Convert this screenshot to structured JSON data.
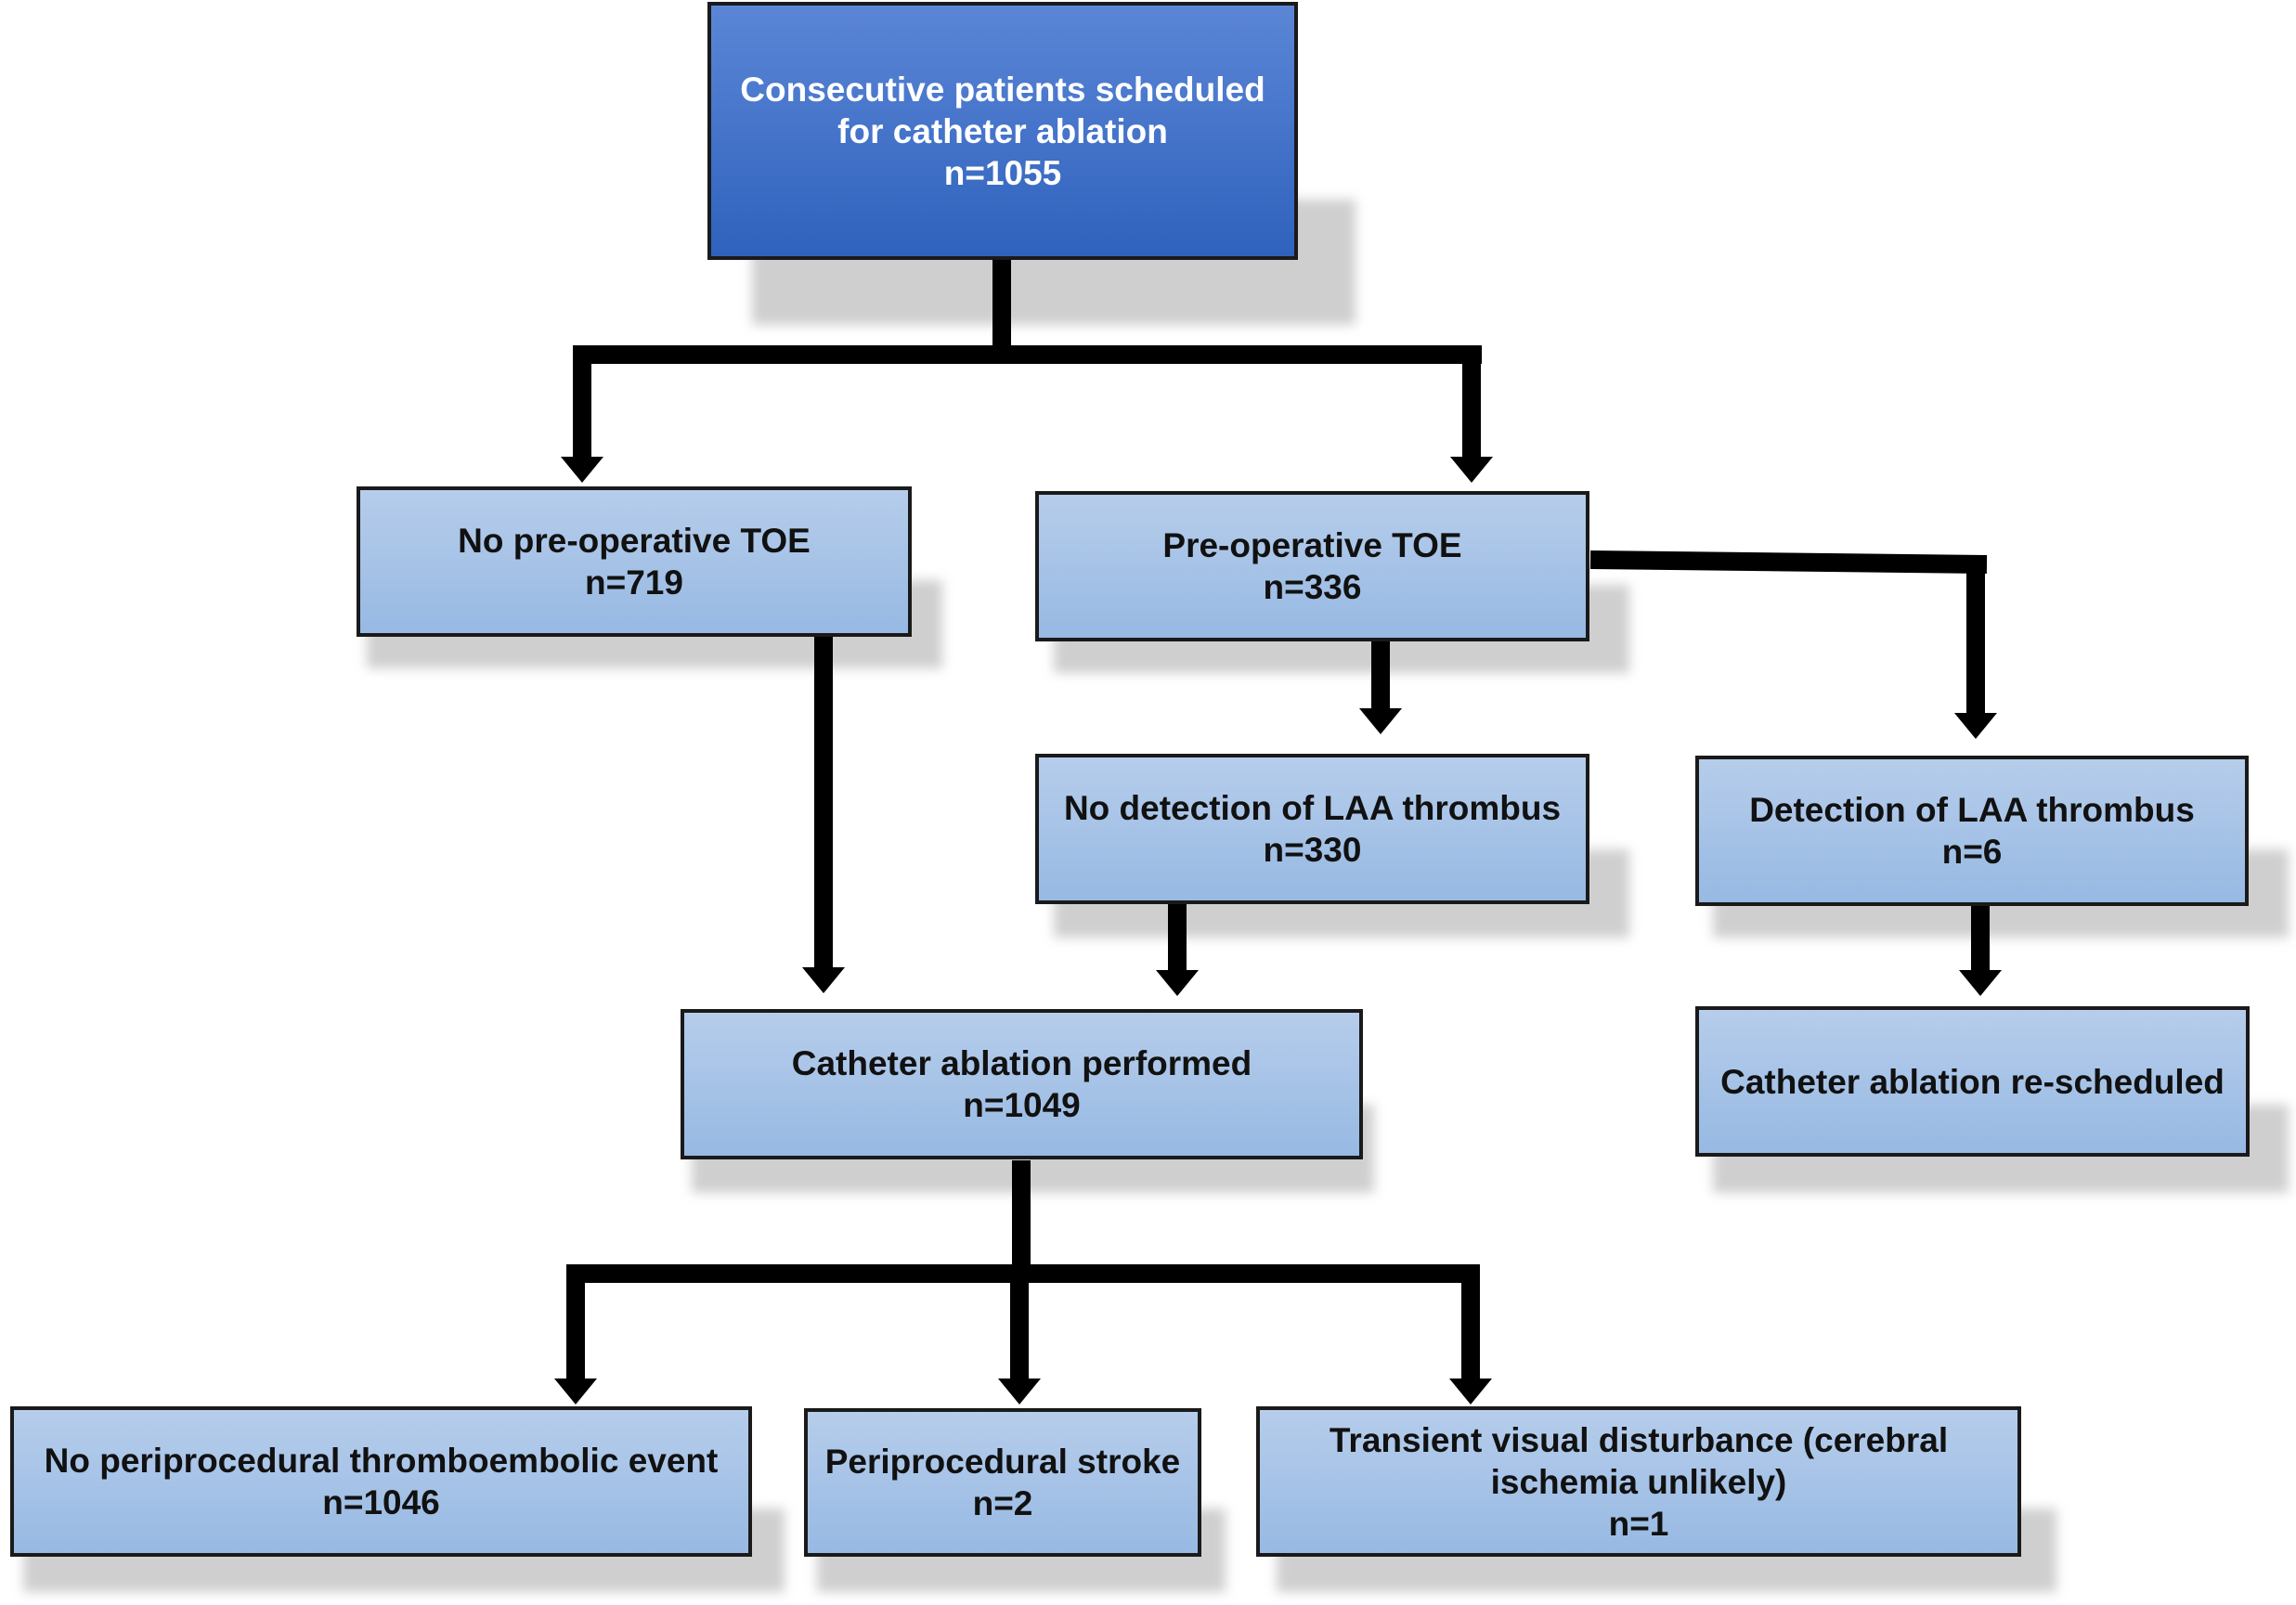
{
  "boxes": {
    "screened": {
      "lines": [
        "Consecutive patients scheduled",
        "for catheter ablation",
        "n=1055"
      ]
    },
    "no_toe": {
      "lines": [
        "No pre-operative TOE",
        "n=719"
      ]
    },
    "toe": {
      "lines": [
        "Pre-operative TOE",
        "n=336"
      ]
    },
    "no_thrombus": {
      "lines": [
        "No detection of LAA thrombus",
        "n=330"
      ]
    },
    "thrombus": {
      "lines": [
        "Detection of LAA thrombus",
        "n=6"
      ]
    },
    "ablation_performed": {
      "lines": [
        "Catheter ablation performed",
        "n=1049"
      ]
    },
    "rescheduled": {
      "lines": [
        "Catheter ablation re-scheduled"
      ]
    },
    "no_event": {
      "lines": [
        "No periprocedural thromboembolic event",
        "n=1046"
      ]
    },
    "stroke": {
      "lines": [
        "Periprocedural stroke",
        "n=2"
      ]
    },
    "visual": {
      "lines": [
        "Transient visual disturbance (cerebral",
        "ischemia unlikely)",
        "n=1"
      ]
    }
  },
  "colors": {
    "top_box_fill": "#3a6cc6",
    "box_fill": "#a8c4e8",
    "connector": "#000000"
  }
}
